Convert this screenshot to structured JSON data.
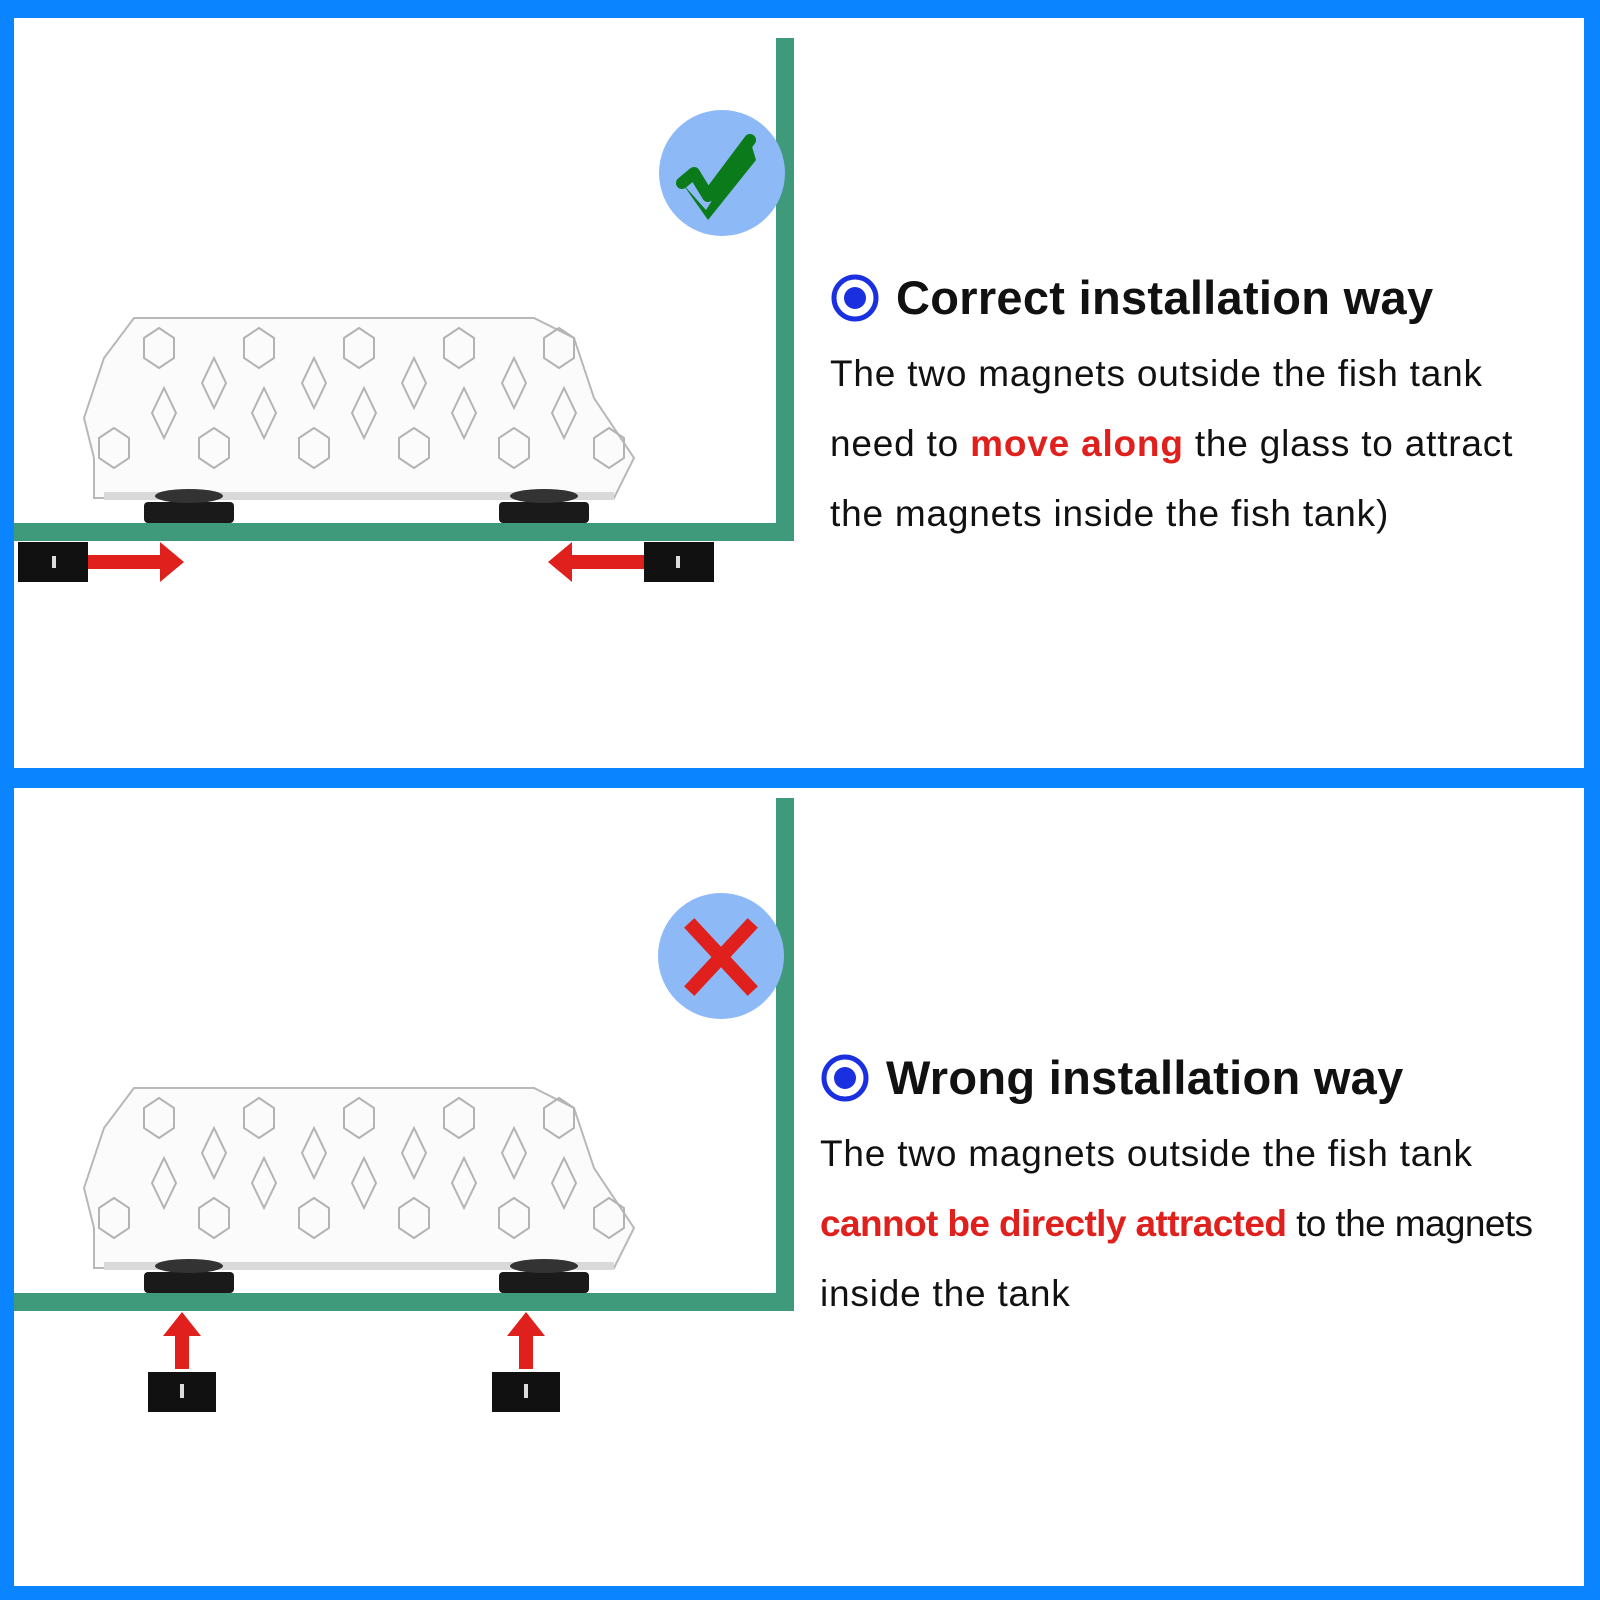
{
  "colors": {
    "frame": "#0a84ff",
    "glass": "#3f9a7c",
    "highlight": "#e0201c",
    "badge_bg": "#8db9f7",
    "check": "#0a7a1a",
    "bullet": "#1a2fe0"
  },
  "correct": {
    "badge_icon": "checkmark-icon",
    "heading": "Correct installation way",
    "line1": "The two magnets outside the fish tank",
    "line2_pre": "need to ",
    "line2_highlight": "move along",
    "line2_post": " the glass to attract",
    "line3": "the magnets inside the fish tank)"
  },
  "wrong": {
    "badge_icon": "cross-icon",
    "heading": "Wrong installation way",
    "line1": "The two magnets outside the fish tank",
    "line2_highlight": "cannot be directly attracted",
    "line2_post": " to the magnets",
    "line3": "inside the tank"
  }
}
